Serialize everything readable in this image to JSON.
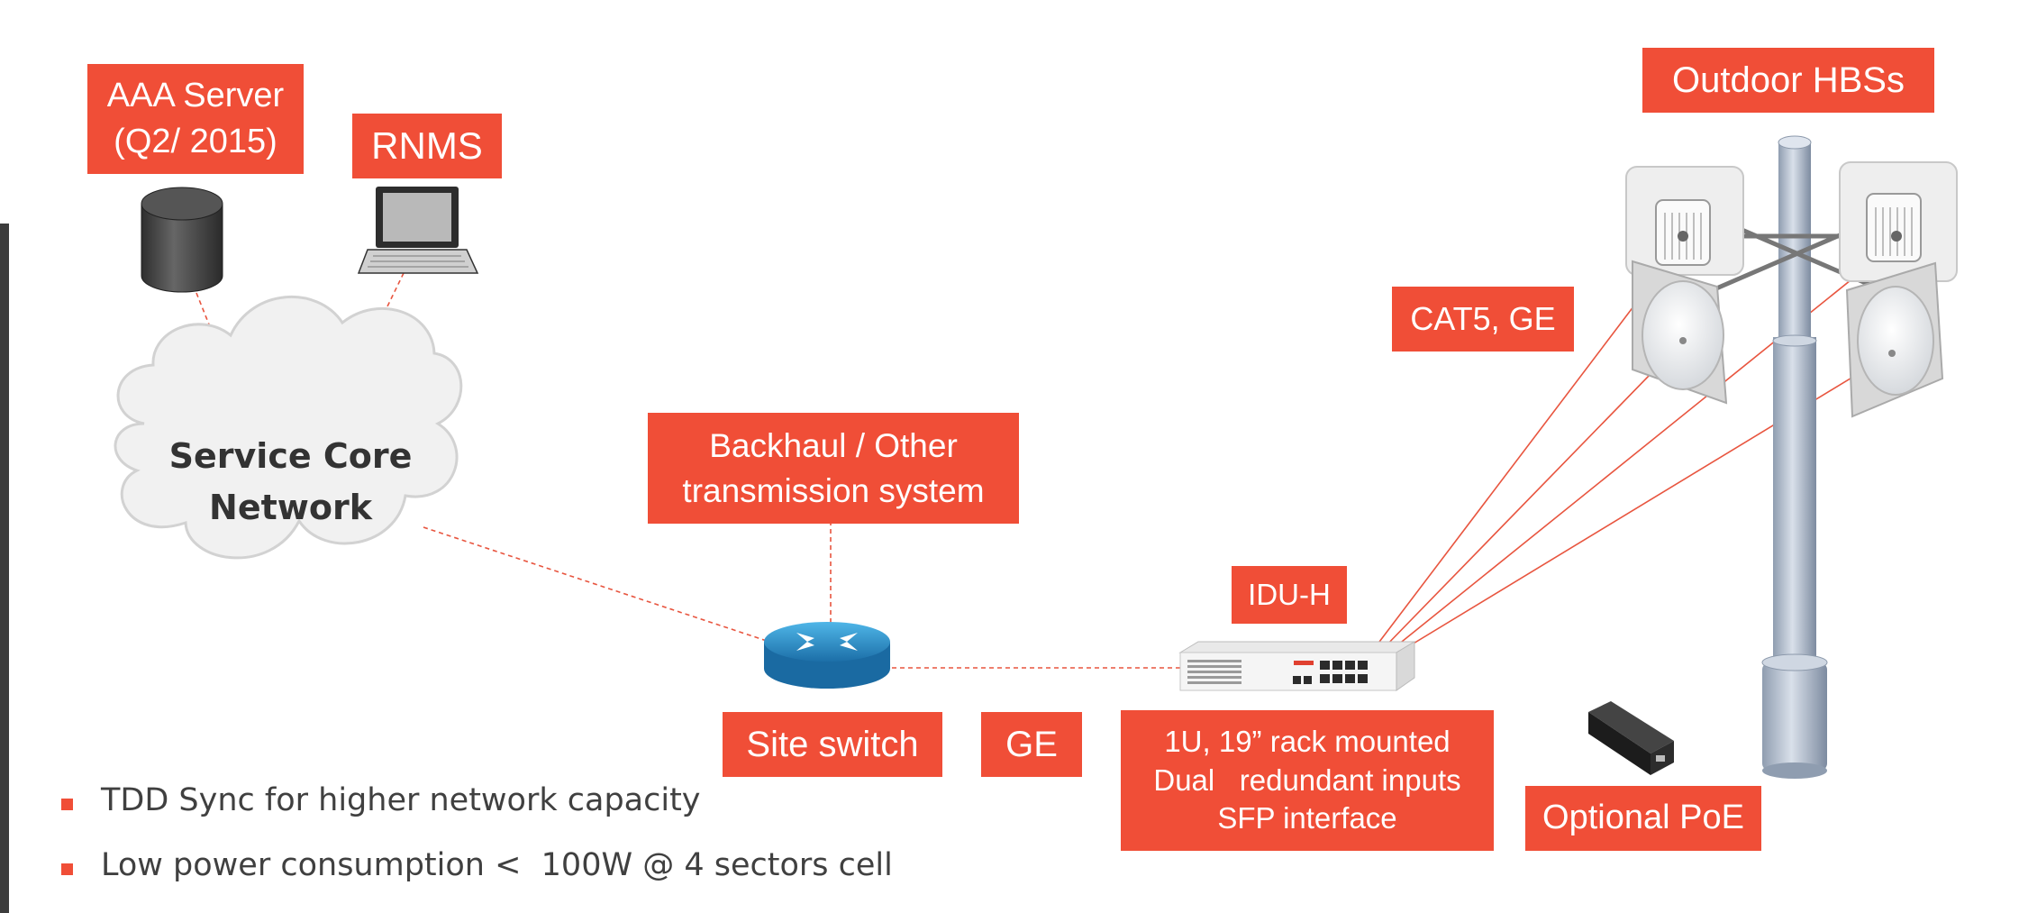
{
  "labels": {
    "aaa_line1": "AAA Server",
    "aaa_line2": "(Q2/ 2015)",
    "rnms": "RNMS",
    "outdoor_hbss": "Outdoor HBSs",
    "cat5_ge": "CAT5, GE",
    "backhaul_line1": "Backhaul / Other",
    "backhaul_line2": "transmission system",
    "idu_h": "IDU-H",
    "site_switch": "Site switch",
    "ge": "GE",
    "rack_line1": "1U, 19” rack mounted",
    "rack_line2": "Dual   redundant inputs",
    "rack_line3": "SFP interface",
    "optional_poe": "Optional PoE"
  },
  "cloud": {
    "line1": "Service Core",
    "line2": "Network"
  },
  "bullets": [
    "TDD Sync for higher network capacity",
    "Low power consumption <  100W @ 4 sectors cell"
  ],
  "icons": [
    "database-icon",
    "laptop-icon",
    "cloud-icon",
    "router-icon",
    "idu-device-icon",
    "poe-injector-icon",
    "mast-antenna-icon"
  ],
  "colors": {
    "accent": "#f04e37",
    "connector": "#e8553f",
    "text": "#404040"
  }
}
